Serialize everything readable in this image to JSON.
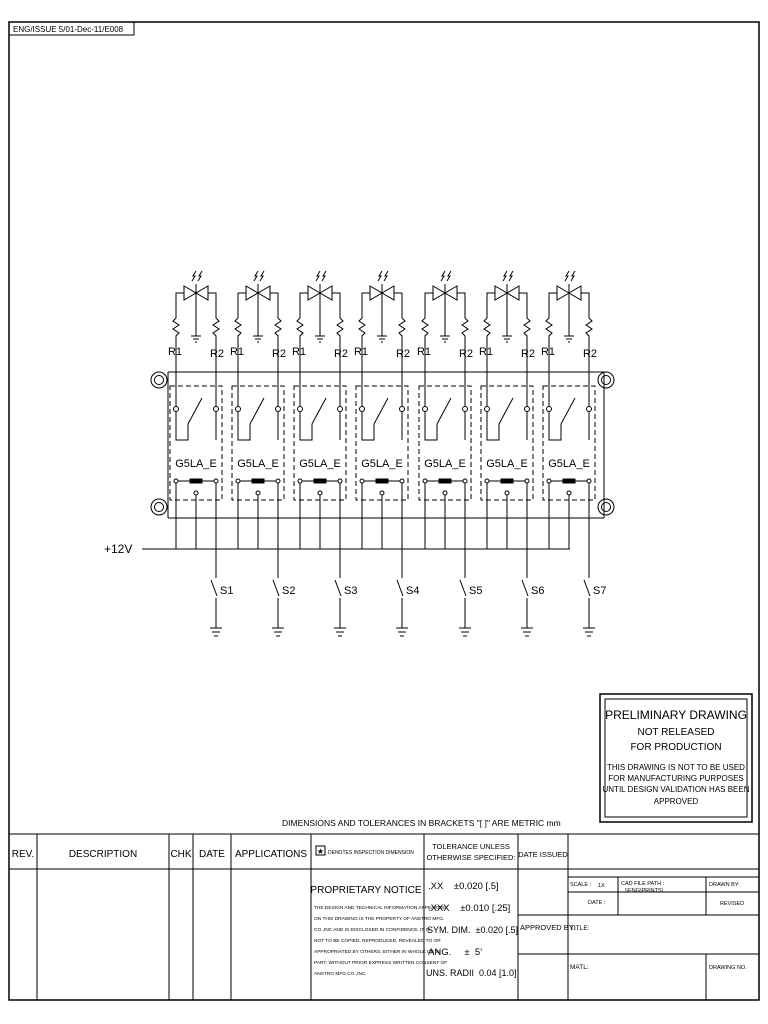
{
  "header": {
    "issue_tag": "ENG/ISSUE 5/01-Dec-11/E008"
  },
  "schematic": {
    "relay_label": "G5LA_E",
    "r1_label": "R1",
    "r2_label": "R2",
    "supply_label": "+12V",
    "switch_labels": [
      "S1",
      "S2",
      "S3",
      "S4",
      "S5",
      "S6",
      "S7"
    ]
  },
  "dimensions_note": "DIMENSIONS AND TOLERANCES IN BRACKETS \"[ ]\" ARE METRIC mm",
  "preliminary": {
    "title": "PRELIMINARY DRAWING",
    "lines": [
      "NOT RELEASED",
      "FOR PRODUCTION",
      "THIS DRAWING IS NOT TO BE USED",
      "FOR MANUFACTURING PURPOSES",
      "UNTIL DESIGN VALIDATION HAS BEEN",
      "APPROVED"
    ]
  },
  "title_block": {
    "rev": "REV.",
    "description": "DESCRIPTION",
    "chk": "CHK",
    "date": "DATE",
    "applications": "APPLICATIONS",
    "inspection_star": "★",
    "inspection": "DENOTES INSPECTION DIMENSION",
    "tolerance_head": [
      "TOLERANCE UNLESS",
      "OTHERWISE SPECIFIED:"
    ],
    "date_issued": "DATE ISSUED",
    "proprietary_title": "PROPRIETARY NOTICE",
    "proprietary_lines": [
      "THE DESIGN AND TECHNICAL INFORMATION APPEARING",
      "ON THIS DRAWING IS THE PROPERTY OF ANSTRO MFG.",
      "CO.,INC AND IS DISCLOSED IN CONFIDENCE. IT IS",
      "NOT TO BE COPIED, REPRODUCED, REVEALED TO OR",
      "APPROPRIATED BY OTHERS, EITHER IN WHOLE OR IN",
      "PART, WITHOUT PRIOR EXPRESS WRITTEN CONSENT OF",
      "ANSTRO MFG.CO.,INC."
    ],
    "tolerances": [
      ".XX    ±0.020 [.5]",
      ".XXX    ±0.010 [.25]",
      "SYM. DIM.  ±0.020 [.5]",
      "ANG.     ±  5'",
      "UNS. RADII  0.04 [1.0]"
    ],
    "scale_label": "SCALE :",
    "scale_value": "1X",
    "cad_label": "CAD FILE PATH :",
    "cad_value": "\\\\ENG\\PRINTS\\",
    "date_label": "DATE :",
    "drawn_by": "DRAWN BY:",
    "revised": "REVISED",
    "approved_by": "APPROVED BY:",
    "title": "TITLE:",
    "matl": "MATL:",
    "drawing_no": "DRAWING NO."
  }
}
